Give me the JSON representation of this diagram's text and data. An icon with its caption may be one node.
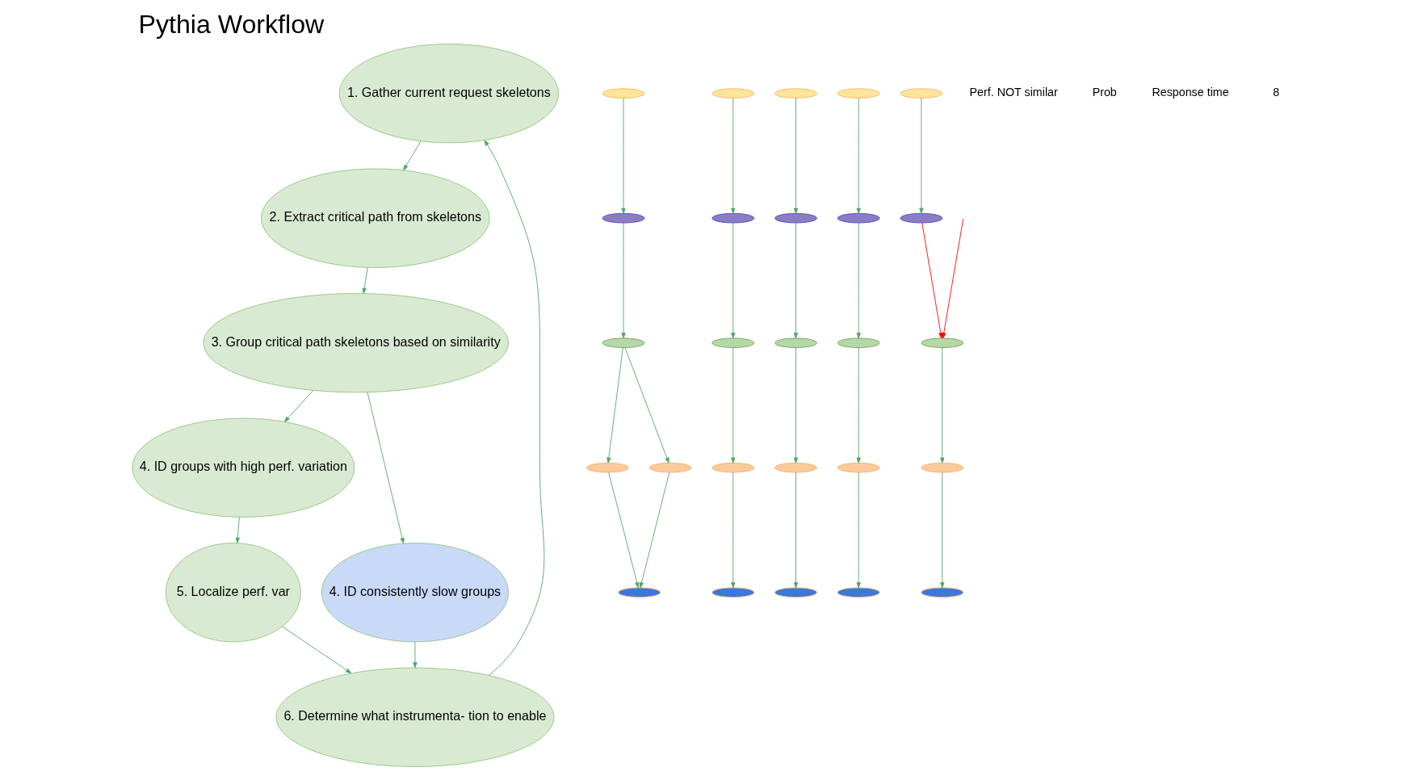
{
  "diagram": {
    "title": "Pythia Workflow",
    "nodes": [
      {
        "text": [
          "1. Gather current request skeletons"
        ]
      },
      {
        "text": [
          "2. Extract critical path from skeletons"
        ]
      },
      {
        "text": [
          "3. Group critical path skeletons based on similarity"
        ]
      },
      {
        "text": [
          "4. ID groups with high perf. variation"
        ]
      },
      {
        "text": [
          "4. ID consistently slow groups"
        ]
      },
      {
        "text": [
          "5. Localize perf. var"
        ]
      },
      {
        "text": [
          "6. Determine what instrumenta- tion to enable"
        ]
      },
      {
        "text": [],
        "shape": "ellipse"
      },
      {
        "text": [],
        "shape": "ellipse"
      },
      {
        "text": [],
        "shape": "ellipse"
      },
      {
        "text": [],
        "shape": "ellipse"
      },
      {
        "text": [],
        "shape": "ellipse"
      },
      {
        "text": [],
        "shape": "ellipse"
      },
      {
        "text": [],
        "shape": "ellipse"
      },
      {
        "text": [],
        "shape": "ellipse"
      },
      {
        "text": [],
        "shape": "ellipse"
      },
      {
        "text": [],
        "shape": "ellipse"
      },
      {
        "text": [],
        "shape": "ellipse"
      },
      {
        "text": [],
        "shape": "ellipse"
      },
      {
        "text": [],
        "shape": "ellipse"
      },
      {
        "text": [],
        "shape": "ellipse"
      },
      {
        "text": [],
        "shape": "ellipse"
      },
      {
        "text": [],
        "shape": "ellipse"
      },
      {
        "text": [],
        "shape": "ellipse"
      },
      {
        "text": [],
        "shape": "ellipse"
      },
      {
        "text": [],
        "shape": "ellipse"
      },
      {
        "text": [],
        "shape": "ellipse"
      },
      {
        "text": [],
        "shape": "ellipse"
      },
      {
        "text": [],
        "shape": "ellipse"
      },
      {
        "text": [],
        "shape": "ellipse"
      },
      {
        "text": [],
        "shape": "ellipse"
      },
      {
        "text": [],
        "shape": "ellipse"
      },
      {
        "text": [],
        "shape": "ellipse"
      }
    ],
    "edges": [
      {
        "from": 0,
        "to": 1,
        "arrow": "to"
      },
      {
        "from": 1,
        "to": 2,
        "arrow": "to"
      },
      {
        "from": 2,
        "to": 3,
        "arrow": "to"
      },
      {
        "from": 2,
        "to": 4,
        "arrow": "to"
      },
      {
        "from": 3,
        "to": 5,
        "arrow": "to"
      },
      {
        "from": 5,
        "to": 6,
        "arrow": "to"
      },
      {
        "from": 4,
        "to": 6,
        "arrow": "to"
      },
      {
        "from": 6,
        "to": 0,
        "arrow": "to"
      },
      {
        "from": 7,
        "to": 8,
        "arrow": "to"
      },
      {
        "from": 8,
        "to": 9,
        "arrow": "to"
      },
      {
        "from": 9,
        "to": 10,
        "arrow": "to"
      },
      {
        "from": 9,
        "to": 11,
        "arrow": "to"
      },
      {
        "from": 10,
        "to": 12,
        "arrow": "to"
      },
      {
        "from": 11,
        "to": 12,
        "arrow": "to"
      },
      {
        "from": 13,
        "to": 14,
        "arrow": "to"
      },
      {
        "from": 14,
        "to": 15,
        "arrow": "to"
      },
      {
        "from": 15,
        "to": 16,
        "arrow": "to"
      },
      {
        "from": 16,
        "to": 17,
        "arrow": "to"
      },
      {
        "from": 18,
        "to": 20,
        "arrow": "to"
      },
      {
        "from": 19,
        "to": 21,
        "arrow": "to"
      },
      {
        "from": 20,
        "to": 22,
        "arrow": "to"
      },
      {
        "from": 21,
        "to": 23,
        "arrow": "to"
      },
      {
        "from": 22,
        "to": 24,
        "arrow": "to"
      },
      {
        "from": 23,
        "to": 25,
        "arrow": "to"
      },
      {
        "from": 24,
        "to": 26,
        "arrow": "to"
      },
      {
        "from": 25,
        "to": 27,
        "arrow": "to"
      },
      {
        "from": 28,
        "to": 29,
        "arrow": "to"
      },
      {
        "from": 29,
        "to": 30,
        "arrow": "to",
        "color": "#ff0000"
      },
      {
        "from": 30,
        "to": 31,
        "arrow": "to"
      },
      {
        "from": 31,
        "to": 32,
        "arrow": "to"
      },
      {
        "from": null,
        "to": 30,
        "arrow": "to",
        "color": "#ff0000"
      }
    ],
    "labels": [
      "Perf. NOT similar",
      "Prob",
      "Response time",
      "8"
    ]
  }
}
